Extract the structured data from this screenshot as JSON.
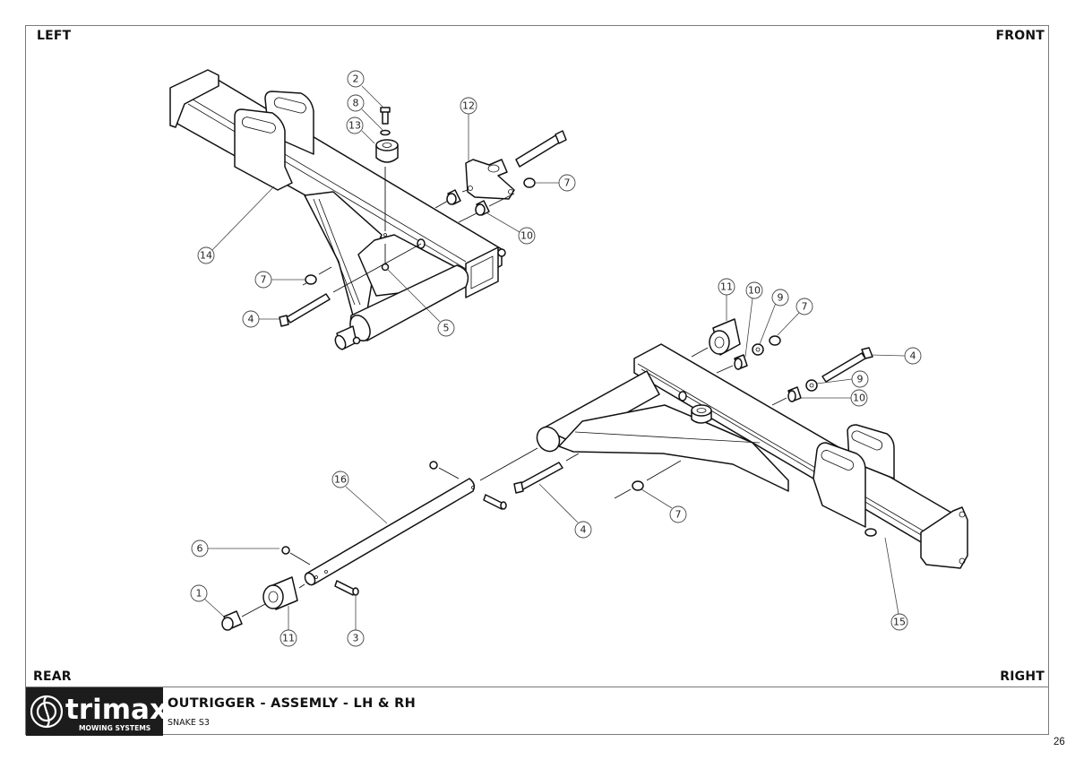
{
  "sheet": {
    "corners": {
      "top_left": "LEFT",
      "top_right": "FRONT",
      "bottom_left": "REAR",
      "bottom_right": "RIGHT"
    },
    "page_number": "26"
  },
  "title_block": {
    "logo": {
      "brand": "trimax",
      "tagline": "MOWING SYSTEMS",
      "icon": "trimax-swirl-icon"
    },
    "title": "OUTRIGGER - ASSEMLY - LH & RH",
    "subtitle": "SNAKE S3"
  },
  "balloons": {
    "lh": [
      "2",
      "8",
      "13",
      "12",
      "7",
      "10",
      "14",
      "7",
      "4",
      "5"
    ],
    "rh": [
      "11",
      "10",
      "9",
      "7",
      "4",
      "9",
      "10",
      "16",
      "4",
      "7",
      "6",
      "1",
      "11",
      "3",
      "15"
    ]
  }
}
